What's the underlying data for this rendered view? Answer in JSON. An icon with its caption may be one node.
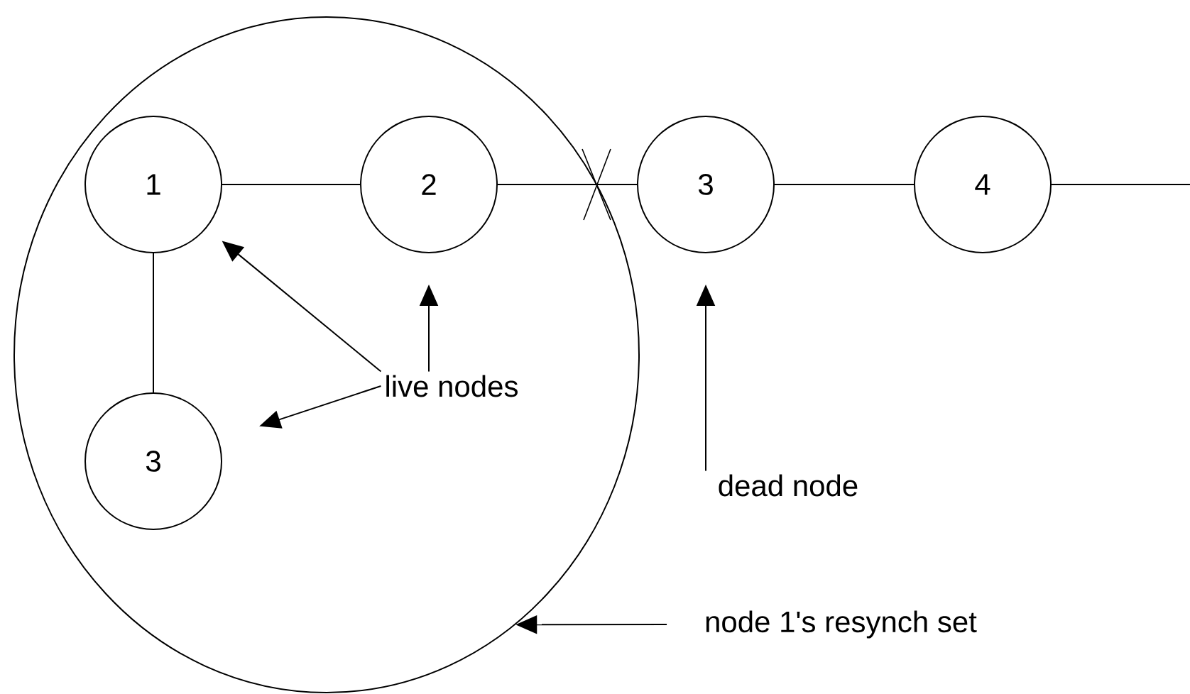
{
  "diagram": {
    "nodes": [
      {
        "text": [],
        "shape": "ellipse"
      },
      {
        "text": [
          "1"
        ],
        "in": 0
      },
      {
        "text": [
          "2"
        ],
        "in": 0
      },
      {
        "text": [
          "3"
        ],
        "in": 0
      },
      {
        "text": [
          "3"
        ]
      },
      {
        "text": [
          "4"
        ]
      },
      {
        "text": [
          "live nodes"
        ],
        "in": 0
      },
      {
        "text": [
          "dead node"
        ]
      },
      {
        "text": [
          "node 1's resynch set"
        ]
      }
    ],
    "edges": [
      {
        "from": 1,
        "to": 2,
        "arrow": "none"
      },
      {
        "from": 1,
        "to": 3,
        "arrow": "none"
      },
      {
        "from": 2,
        "to": 4,
        "arrow": "none"
      },
      {
        "from": 4,
        "to": 5,
        "arrow": "none"
      },
      {
        "from": 5,
        "to": null,
        "arrow": "none"
      },
      {
        "from": 6,
        "to": 1,
        "arrow": "to"
      },
      {
        "from": 6,
        "to": 2,
        "arrow": "to"
      },
      {
        "from": 6,
        "to": 3,
        "arrow": "to"
      },
      {
        "from": 7,
        "to": 4,
        "arrow": "to"
      },
      {
        "from": 8,
        "to": 0,
        "arrow": "to"
      }
    ]
  }
}
